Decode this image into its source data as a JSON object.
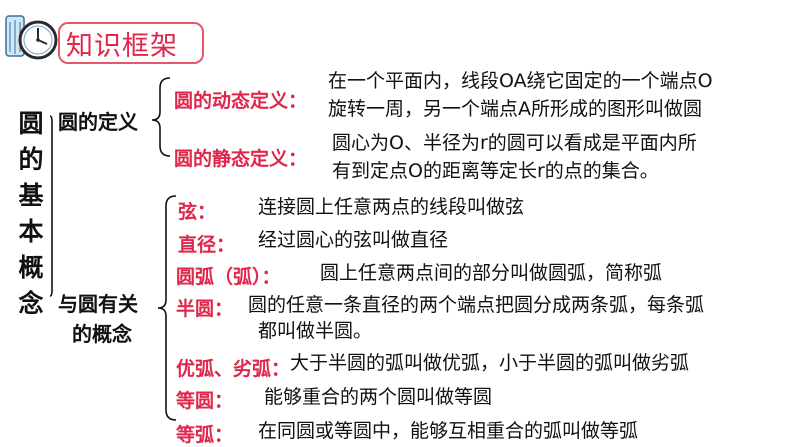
{
  "section_title": "知识框架",
  "main_topic": "圆的基本概念",
  "branch_definition": "圆的定义",
  "branch_related": [
    "与圆有关",
    "的概念"
  ],
  "definitions": [
    {
      "term": "圆的动态定义：",
      "lines": [
        "在一个平面内，线段OA绕它固定的一个端点O",
        "旋转一周，另一个端点A所形成的图形叫做圆"
      ]
    },
    {
      "term": "圆的静态定义：",
      "lines": [
        "圆心为O、半径为r的圆可以看成是平面内所",
        "有到定点O的距离等定长r的点的集合。"
      ]
    }
  ],
  "concepts": [
    {
      "term": "弦：",
      "lines": [
        "连接圆上任意两点的线段叫做弦"
      ]
    },
    {
      "term": "直径：",
      "lines": [
        "经过圆心的弦叫做直径"
      ]
    },
    {
      "term": "圆弧（弧）：",
      "lines": [
        "圆上任意两点间的部分叫做圆弧，简称弧"
      ]
    },
    {
      "term": "半圆：",
      "lines": [
        "圆的任意一条直径的两个端点把圆分成两条弧，每条弧",
        "都叫做半圆。"
      ]
    },
    {
      "term": "优弧、劣弧：",
      "lines": [
        "大于半圆的弧叫做优弧，小于半圆的弧叫做劣弧"
      ]
    },
    {
      "term": "等圆：",
      "lines": [
        "能够重合的两个圆叫做等圆"
      ]
    },
    {
      "term": "等弧：",
      "lines": [
        "在同圆或等圆中，能够互相重合的弧叫做等弧"
      ]
    }
  ],
  "colors": {
    "accent": "#e0264a",
    "text": "#111111"
  },
  "icons": {
    "header": "clock-icon"
  }
}
